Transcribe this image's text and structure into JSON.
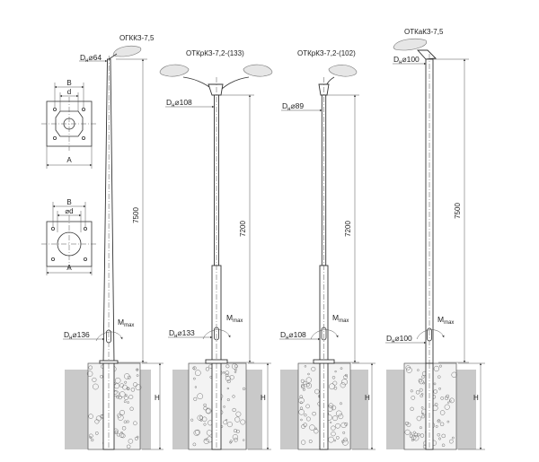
{
  "detail_top": {
    "label_b": "B",
    "label_d": "d",
    "label_a": "A"
  },
  "detail_bottom": {
    "label_b": "B",
    "label_d": "⌀d",
    "label_a": "A"
  },
  "poles": [
    {
      "title": "ОГККЗ-7,5",
      "top_d_prefix": "D",
      "top_d_sub": "н",
      "top_d_value": "⌀64",
      "base_d_prefix": "D",
      "base_d_sub": "н",
      "base_d_value": "⌀136",
      "height": "7500",
      "moment": "M",
      "moment_sub": "max",
      "depth": "H"
    },
    {
      "title": "ОТКрКЗ-7,2-(133)",
      "top_d_prefix": "D",
      "top_d_sub": "н",
      "top_d_value": "⌀108",
      "base_d_prefix": "D",
      "base_d_sub": "н",
      "base_d_value": "⌀133",
      "height": "7200",
      "moment": "M",
      "moment_sub": "max",
      "depth": "H"
    },
    {
      "title": "ОТКрКЗ-7,2-(102)",
      "top_d_prefix": "D",
      "top_d_sub": "н",
      "top_d_value": "⌀89",
      "base_d_prefix": "D",
      "base_d_sub": "н",
      "base_d_value": "⌀108",
      "height": "7200",
      "moment": "M",
      "moment_sub": "max",
      "depth": "H"
    },
    {
      "title": "ОТКаКЗ-7,5",
      "top_d_prefix": "D",
      "top_d_sub": "н",
      "top_d_value": "⌀100",
      "base_d_prefix": "D",
      "base_d_sub": "н",
      "base_d_value": "⌀100",
      "height": "7500",
      "moment": "M",
      "moment_sub": "max",
      "depth": "H"
    }
  ]
}
